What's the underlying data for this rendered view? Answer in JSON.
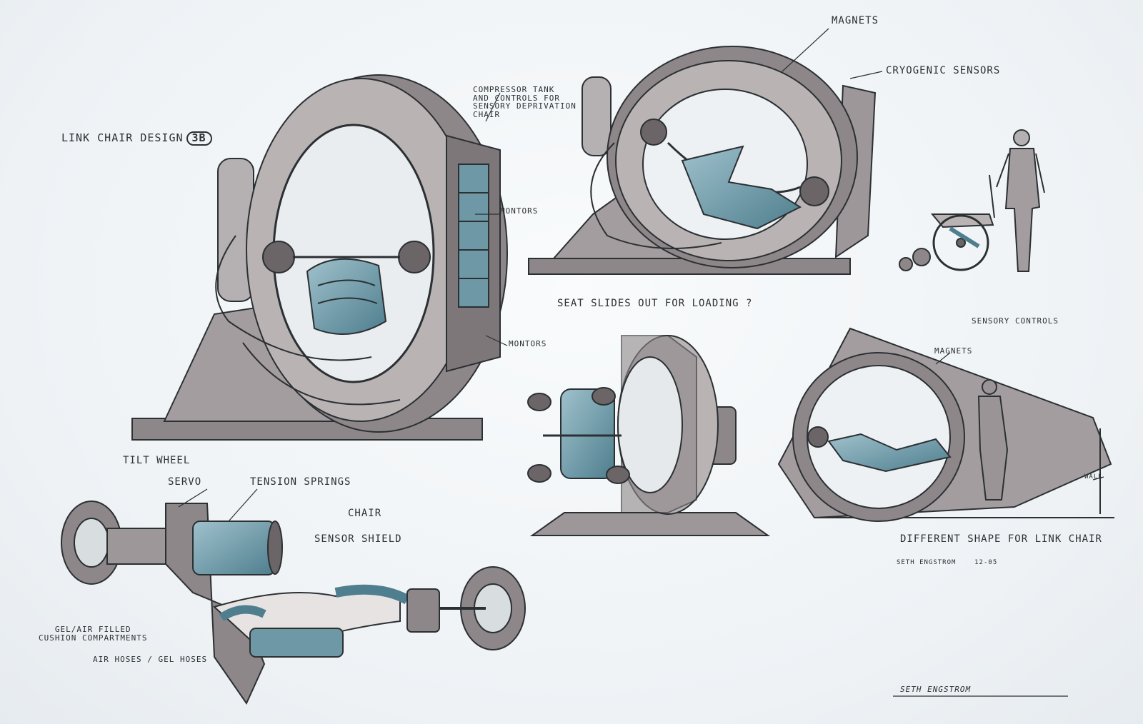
{
  "sheet": {
    "title": "LINK CHAIR DESIGN",
    "design_number": "3B",
    "artist_note": "SETH ENGSTROM",
    "date": "12-05",
    "signature": "SETH ENGSTROM",
    "alt_title": "DIFFERENT SHAPE FOR LINK CHAIR",
    "loading_note": "SEAT SLIDES OUT FOR LOADING ?"
  },
  "labels": {
    "compressor": "COMPRESSOR TANK\nAND CONTROLS FOR\nSENSORY DEPRIVATION\nCHAIR",
    "magnets_top": "MAGNETS",
    "cryogenic": "CRYOGENIC SENSORS",
    "monitors_top": "MONTORS",
    "monitors_bottom": "MONTORS",
    "sensory_controls": "SENSORY CONTROLS",
    "magnets_bottom": "MAGNETS",
    "wall": "WALL",
    "tilt_wheel": "TILT WHEEL",
    "servo": "SERVO",
    "tension_springs": "TENSION SPRINGS",
    "chair": "CHAIR",
    "sensor_shield": "SENSOR SHIELD",
    "gel_air": "GEL/AIR FILLED\nCUSHION COMPARTMENTS",
    "air_hoses": "AIR HOSES / GEL HOSES"
  },
  "colors": {
    "ink": "#2b3033",
    "ring_shell": "#8e8789",
    "ring_face": "#b9b3b4",
    "steel_blue": "#6f98a6",
    "paper": "#f4f6f8"
  }
}
